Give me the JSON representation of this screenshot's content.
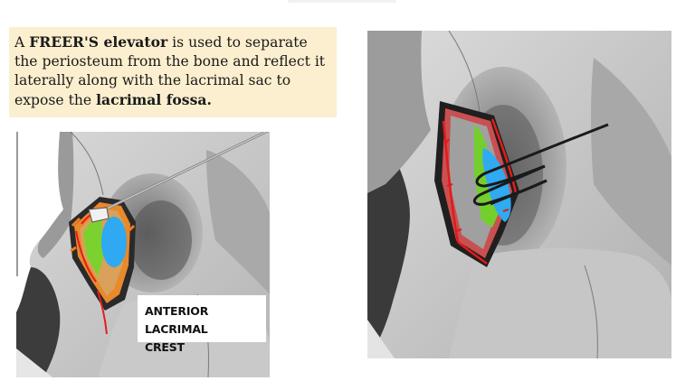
{
  "callout": {
    "p1": "A ",
    "b1": "FREER'S elevator",
    "p2": " is used to separate the periosteum from the bone and reflect it laterally along with the lacrimal sac to expose the ",
    "b2": "lacrimal fossa."
  },
  "label": {
    "line1": "ANTERIOR LACRIMAL",
    "line2": "CREST"
  },
  "colors": {
    "callout_bg": "#fcefcf",
    "outline_black": "#1a1a1a",
    "red_annotation": "#e41c1c",
    "orange_annotation": "#f47a1f",
    "green_annotation": "#6ccf2a",
    "blue_annotation": "#2fa8f0"
  }
}
